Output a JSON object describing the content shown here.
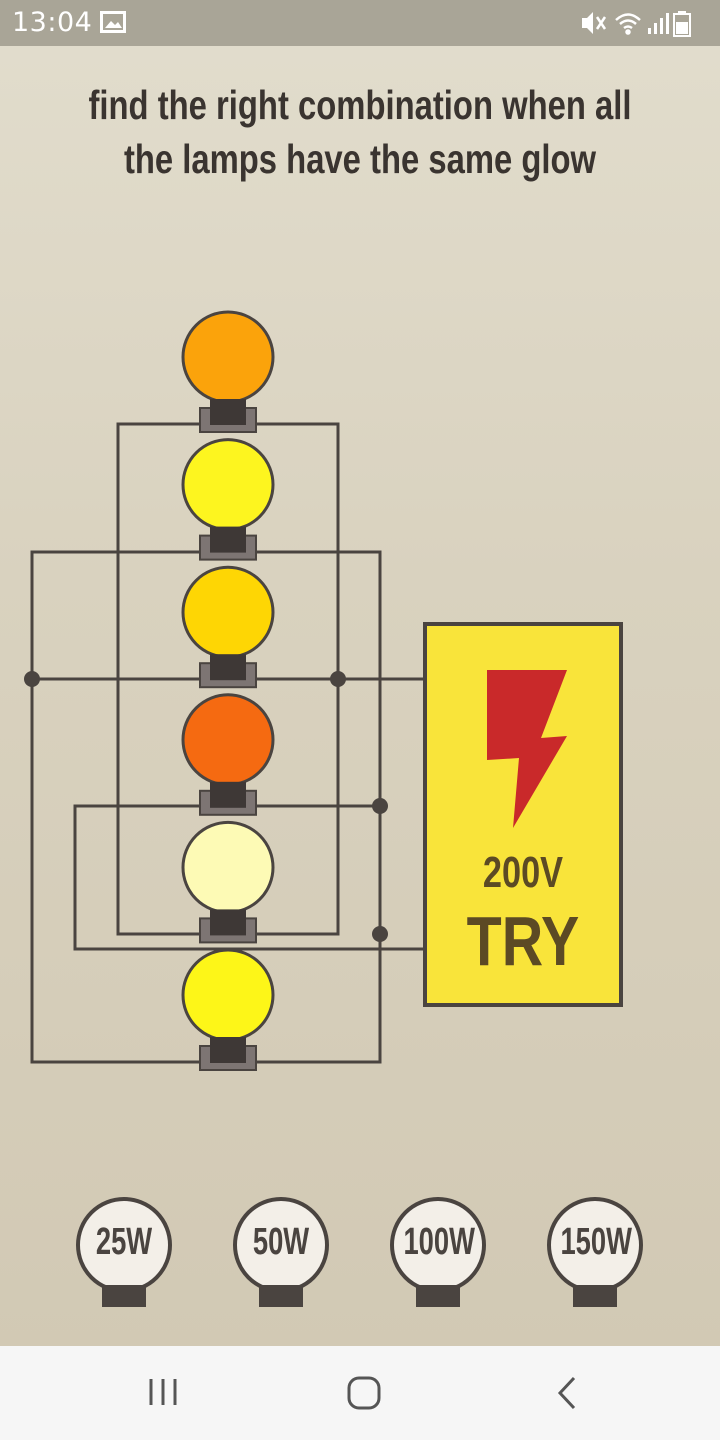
{
  "status": {
    "time": "13:04",
    "icons": [
      "image-icon",
      "mute-icon",
      "wifi-icon",
      "signal-icon",
      "battery-icon"
    ]
  },
  "title": {
    "line1": "find the right combination when all",
    "line2": "the lamps have the same glow"
  },
  "lamps": [
    {
      "id": 1,
      "color": "#fba30b"
    },
    {
      "id": 2,
      "color": "#fdf51f"
    },
    {
      "id": 3,
      "color": "#fed604"
    },
    {
      "id": 4,
      "color": "#f56a11"
    },
    {
      "id": 5,
      "color": "#fdfab5"
    },
    {
      "id": 6,
      "color": "#fdf618"
    }
  ],
  "power": {
    "voltage": "200V",
    "action": "TRY",
    "box_color": "#f9e43a",
    "bolt_color": "#c9292a"
  },
  "bulb_options": [
    {
      "label": "25W"
    },
    {
      "label": "50W"
    },
    {
      "label": "100W"
    },
    {
      "label": "150W"
    }
  ],
  "navbar": {
    "buttons": [
      "recent-apps-icon",
      "home-icon",
      "back-icon"
    ]
  },
  "colors": {
    "wire": "#4a4440",
    "text": "#3a3430",
    "background": "#d9d2bf"
  }
}
